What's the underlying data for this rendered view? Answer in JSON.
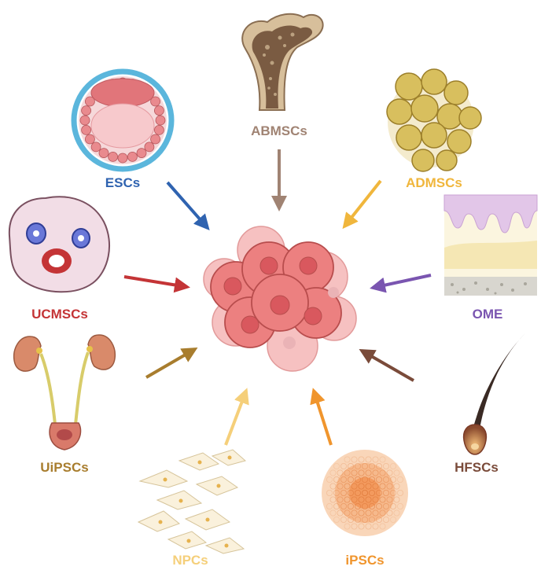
{
  "labels": {
    "escs": "ESCs",
    "abmscs": "ABMSCs",
    "admscs": "ADMSCs",
    "ucmscs": "UCMSCs",
    "ome": "OME",
    "uipscs": "UiPSCs",
    "hfscs": "HFSCs",
    "npcs": "NPCs",
    "ipscs": "iPSCs"
  },
  "colors": {
    "escs": "#2f63b0",
    "abmscs": "#a08373",
    "admscs": "#f0b63c",
    "ucmscs": "#c43436",
    "ome": "#7a55b0",
    "uipscs": "#a87d2e",
    "hfscs": "#7a4b3a",
    "npcs": "#f5cf7a",
    "ipscs": "#f0952d",
    "center_cell": "#ec7f7f"
  },
  "icons": {
    "center": "cell-cluster-icon",
    "escs": "blastocyst-icon",
    "abmscs": "bone-icon",
    "admscs": "adipocyte-cluster-icon",
    "ucmscs": "umbilical-cord-section-icon",
    "ome": "oral-mucosa-tissue-icon",
    "uipscs": "urinary-system-icon",
    "hfscs": "hair-follicle-icon",
    "npcs": "neural-cells-icon",
    "ipscs": "ipsc-colony-icon"
  }
}
